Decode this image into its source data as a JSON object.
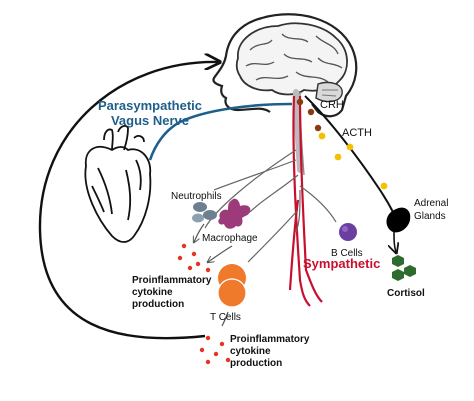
{
  "labels": {
    "parasympathetic_line1": "Parasympathetic",
    "parasympathetic_line2": "Vagus Nerve",
    "crh": "CRH",
    "acth": "ACTH",
    "neutrophils": "Neutrophils",
    "macrophage": "Macrophage",
    "b_cells": "B Cells",
    "sympathetic": "Sympathetic",
    "adrenal_line1": "Adrenal",
    "adrenal_line2": "Glands",
    "proinflammatory_upper_line1": "Proinflammatory",
    "proinflammatory_upper_line2": "cytokine",
    "proinflammatory_upper_line3": "production",
    "t_cells": "T Cells",
    "proinflammatory_lower_line1": "Proinflammatory",
    "proinflammatory_lower_line2": "cytokine",
    "proinflammatory_lower_line3": "production",
    "cortisol": "Cortisol"
  },
  "colors": {
    "parasympathetic": "#1f5f8b",
    "sympathetic": "#c8102e",
    "crh_dots": "#8b3a0f",
    "acth_dots": "#f2c200",
    "t_cells": "#f07a2b",
    "b_cells": "#6a3fa0",
    "macrophage": "#9c3a7a",
    "neutrophils": "#6d7f91",
    "cytokines": "#e5331f",
    "cortisol": "#2f6b2f",
    "adrenal": "#000000",
    "outline": "#111111"
  },
  "icons": [
    "brain-icon",
    "heart-icon",
    "adrenal-gland-icon",
    "macrophage-icon",
    "neutrophil-icon",
    "t-cell-icon",
    "b-cell-icon",
    "cortisol-molecule-icon",
    "cytokine-dot-icon"
  ]
}
